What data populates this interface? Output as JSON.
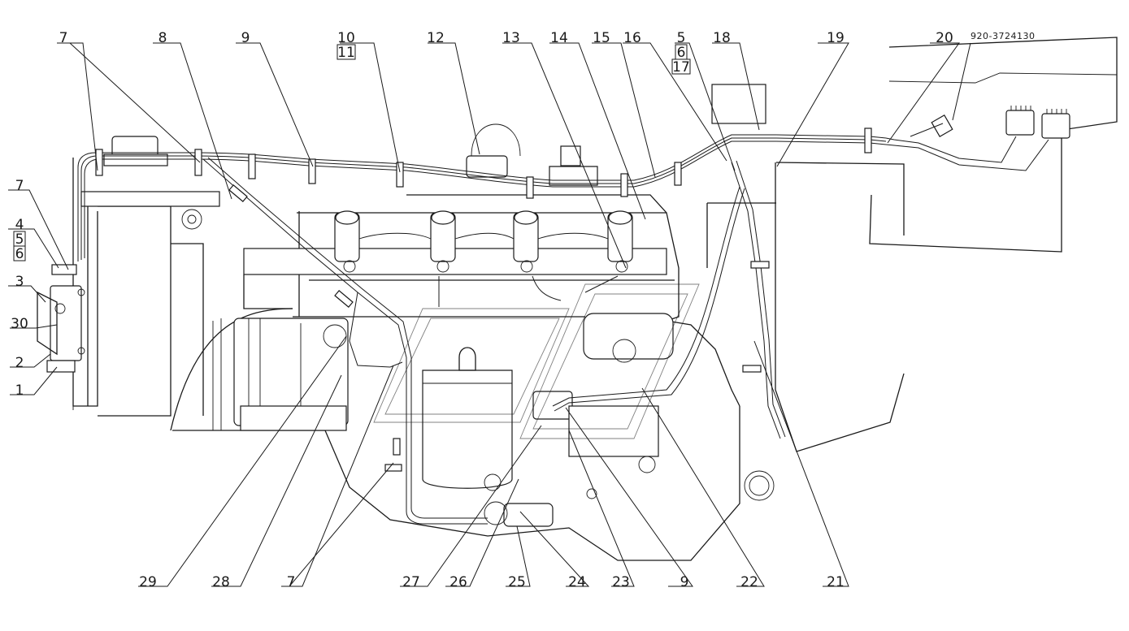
{
  "diagram": {
    "part_number": "920-3724130",
    "callouts": [
      {
        "id": "c-7a",
        "label": "7"
      },
      {
        "id": "c-8",
        "label": "8"
      },
      {
        "id": "c-9a",
        "label": "9"
      },
      {
        "id": "c-10",
        "label": "10"
      },
      {
        "id": "c-11",
        "label": "11",
        "boxed": true
      },
      {
        "id": "c-12",
        "label": "12"
      },
      {
        "id": "c-13",
        "label": "13"
      },
      {
        "id": "c-14",
        "label": "14"
      },
      {
        "id": "c-15",
        "label": "15"
      },
      {
        "id": "c-16",
        "label": "16"
      },
      {
        "id": "c-5a",
        "label": "5"
      },
      {
        "id": "c-6a",
        "label": "6",
        "boxed": true
      },
      {
        "id": "c-17",
        "label": "17",
        "boxed": true
      },
      {
        "id": "c-18",
        "label": "18"
      },
      {
        "id": "c-19",
        "label": "19"
      },
      {
        "id": "c-20",
        "label": "20"
      },
      {
        "id": "c-7b",
        "label": "7"
      },
      {
        "id": "c-4",
        "label": "4"
      },
      {
        "id": "c-5b",
        "label": "5",
        "boxed": true
      },
      {
        "id": "c-6b",
        "label": "6",
        "boxed": true
      },
      {
        "id": "c-3",
        "label": "3"
      },
      {
        "id": "c-30",
        "label": "30"
      },
      {
        "id": "c-2",
        "label": "2"
      },
      {
        "id": "c-1",
        "label": "1"
      },
      {
        "id": "c-29",
        "label": "29"
      },
      {
        "id": "c-28",
        "label": "28"
      },
      {
        "id": "c-7c",
        "label": "7"
      },
      {
        "id": "c-27",
        "label": "27"
      },
      {
        "id": "c-26",
        "label": "26"
      },
      {
        "id": "c-25",
        "label": "25"
      },
      {
        "id": "c-24",
        "label": "24"
      },
      {
        "id": "c-23",
        "label": "23"
      },
      {
        "id": "c-9b",
        "label": "9"
      },
      {
        "id": "c-22",
        "label": "22"
      },
      {
        "id": "c-21",
        "label": "21"
      }
    ]
  }
}
